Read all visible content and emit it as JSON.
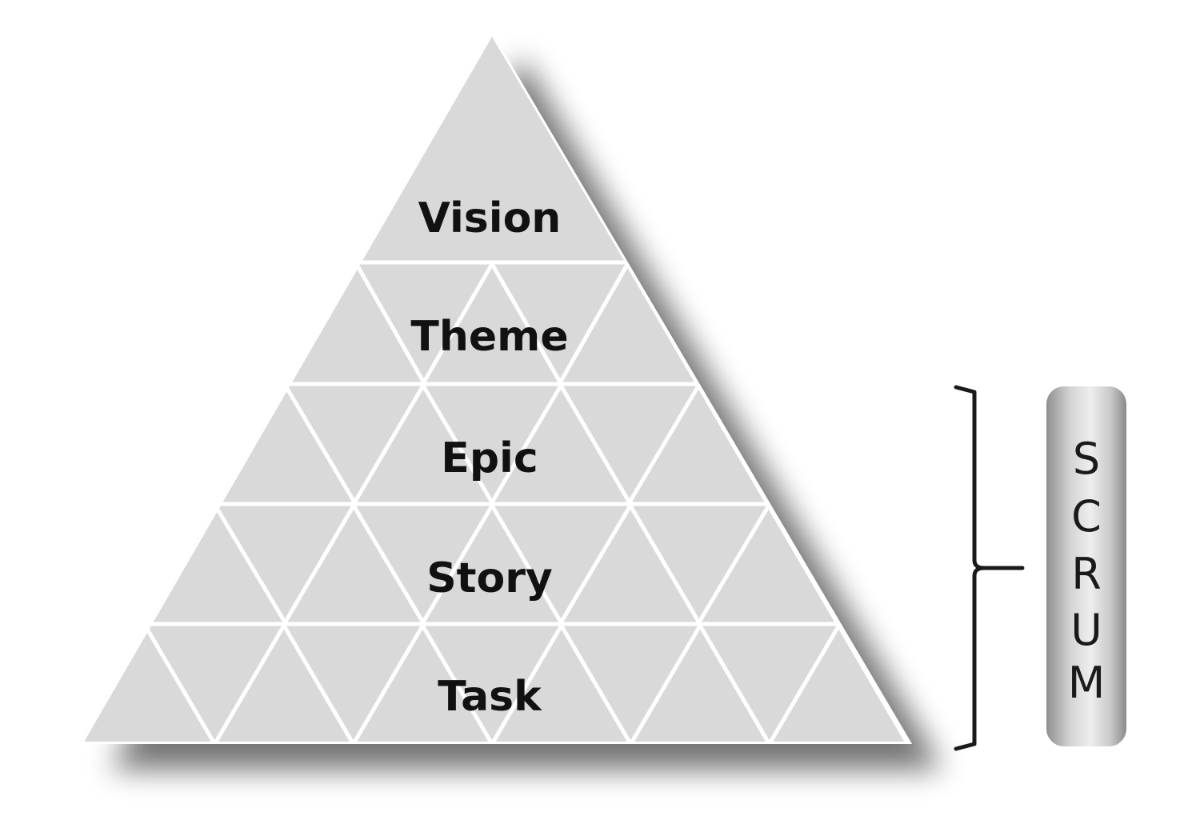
{
  "levels": [
    {
      "label": "Vision"
    },
    {
      "label": "Theme"
    },
    {
      "label": "Epic"
    },
    {
      "label": "Story"
    },
    {
      "label": "Task"
    }
  ],
  "scrum": {
    "letters": [
      "S",
      "C",
      "R",
      "U",
      "M"
    ]
  },
  "colors": {
    "pyramid_fill": "#d9d9d9",
    "grid_line": "#ffffff",
    "text": "#111111",
    "bracket": "#1a1a1a",
    "pill_light": "#eeeeee",
    "pill_dark": "#8f8f8f"
  }
}
